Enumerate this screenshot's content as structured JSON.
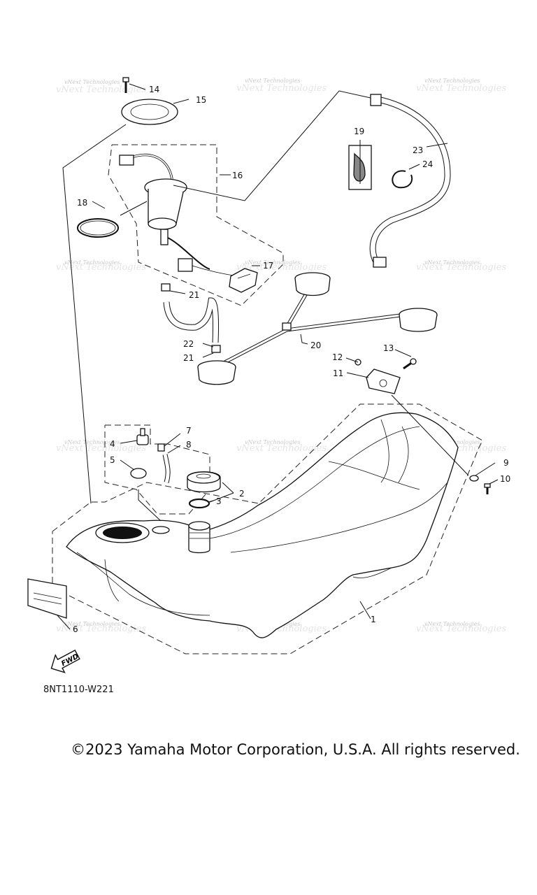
{
  "watermark": "vNext Technologies",
  "callouts": {
    "c1": "1",
    "c2": "2",
    "c3": "3",
    "c4": "4",
    "c5": "5",
    "c6": "6",
    "c7": "7",
    "c8": "8",
    "c9": "9",
    "c10": "10",
    "c11": "11",
    "c12": "12",
    "c13": "13",
    "c14": "14",
    "c15": "15",
    "c16": "16",
    "c17": "17",
    "c18": "18",
    "c19": "19",
    "c20": "20",
    "c21a": "21",
    "c21b": "21",
    "c22": "22",
    "c23": "23",
    "c24": "24"
  },
  "fwd_label": "FWD",
  "diagram_code": "8NT1110-W221",
  "copyright": "©2023 Yamaha Motor Corporation, U.S.A. All rights reserved."
}
